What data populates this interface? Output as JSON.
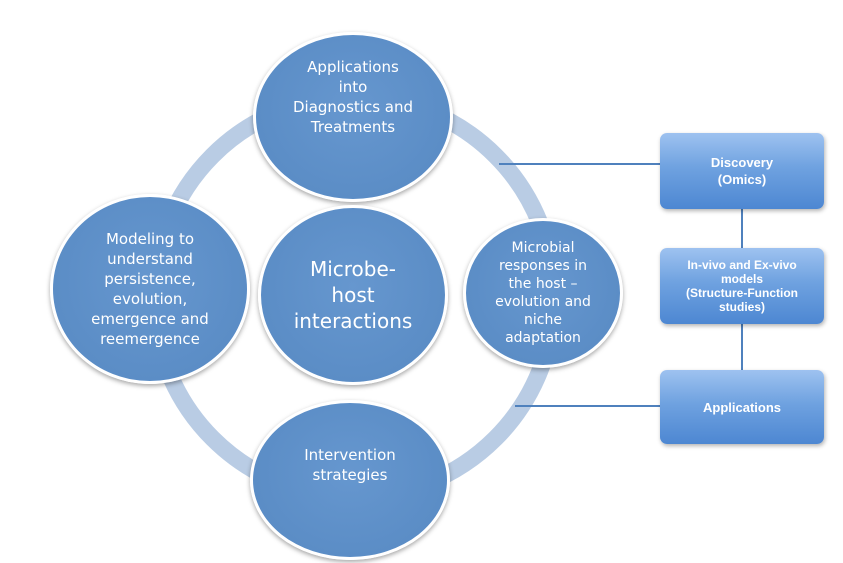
{
  "diagram": {
    "center": {
      "label": "Microbe-\nhost\ninteractions"
    },
    "cycle_nodes": [
      {
        "id": "top",
        "label": "Applications\ninto\nDiagnostics and\nTreatments"
      },
      {
        "id": "right",
        "label": "Microbial\nresponses in\nthe host –\nevolution and\nniche\nadaptation"
      },
      {
        "id": "bottom",
        "label": "Intervention\nstrategies"
      },
      {
        "id": "left",
        "label": "Modeling to\nunderstand\npersistence,\nevolution,\nemergence and\nreemergence"
      }
    ],
    "pipeline": [
      {
        "id": "discovery",
        "label": "Discovery\n(Omics)"
      },
      {
        "id": "models",
        "label": "In-vivo and Ex-vivo\nmodels\n(Structure-Function\nstudies)"
      },
      {
        "id": "applications",
        "label": "Applications"
      }
    ],
    "colors": {
      "circle_fill": "#5b8dc6",
      "ring": "#b9cce4",
      "connector": "#4f81bd",
      "box_top": "#9ec2f0",
      "box_bottom": "#4d87d2",
      "text": "#ffffff"
    }
  }
}
